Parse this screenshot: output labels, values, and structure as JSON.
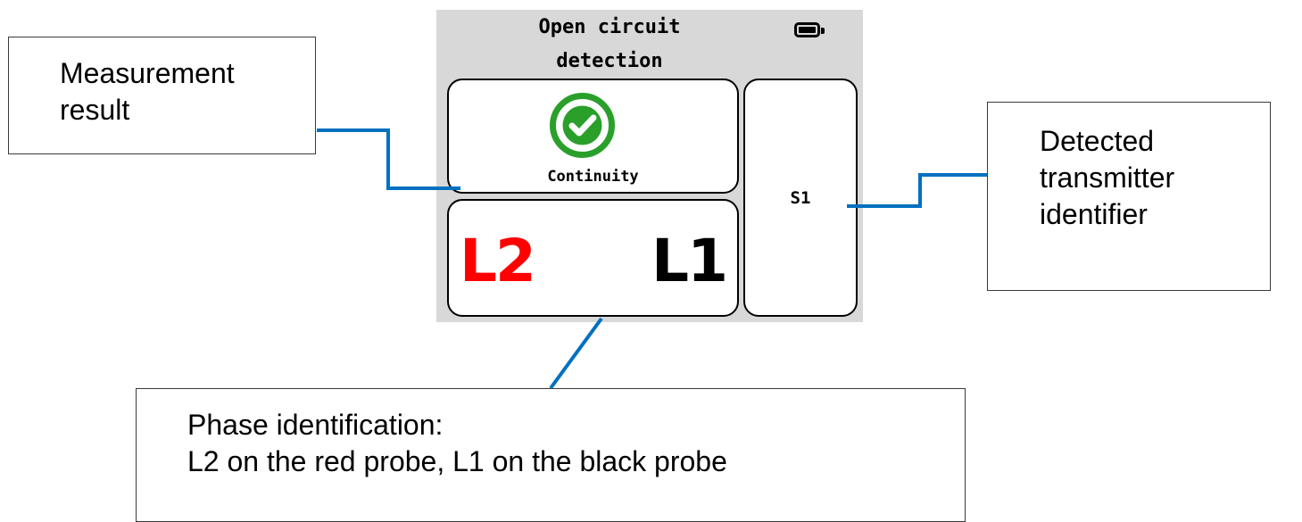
{
  "device": {
    "title_line1": "Open circuit",
    "title_line2": "detection",
    "battery_icon": "battery-full-icon",
    "result_icon": "check-circle-icon",
    "result_label": "Continuity",
    "phase_red": "L2",
    "phase_black": "L1",
    "transmitter_id": "S1"
  },
  "callouts": {
    "result": [
      "Measurement",
      "result"
    ],
    "transmitter": [
      "Detected",
      "transmitter",
      "identifier"
    ],
    "phase": [
      "Phase identification:",
      "L2 on the red probe, L1 on the black probe"
    ]
  },
  "colors": {
    "screen_bg": "#d8d8d8",
    "check_green": "#2aa02a",
    "phase_red": "#ff0000",
    "connector_blue": "#0070c0"
  }
}
